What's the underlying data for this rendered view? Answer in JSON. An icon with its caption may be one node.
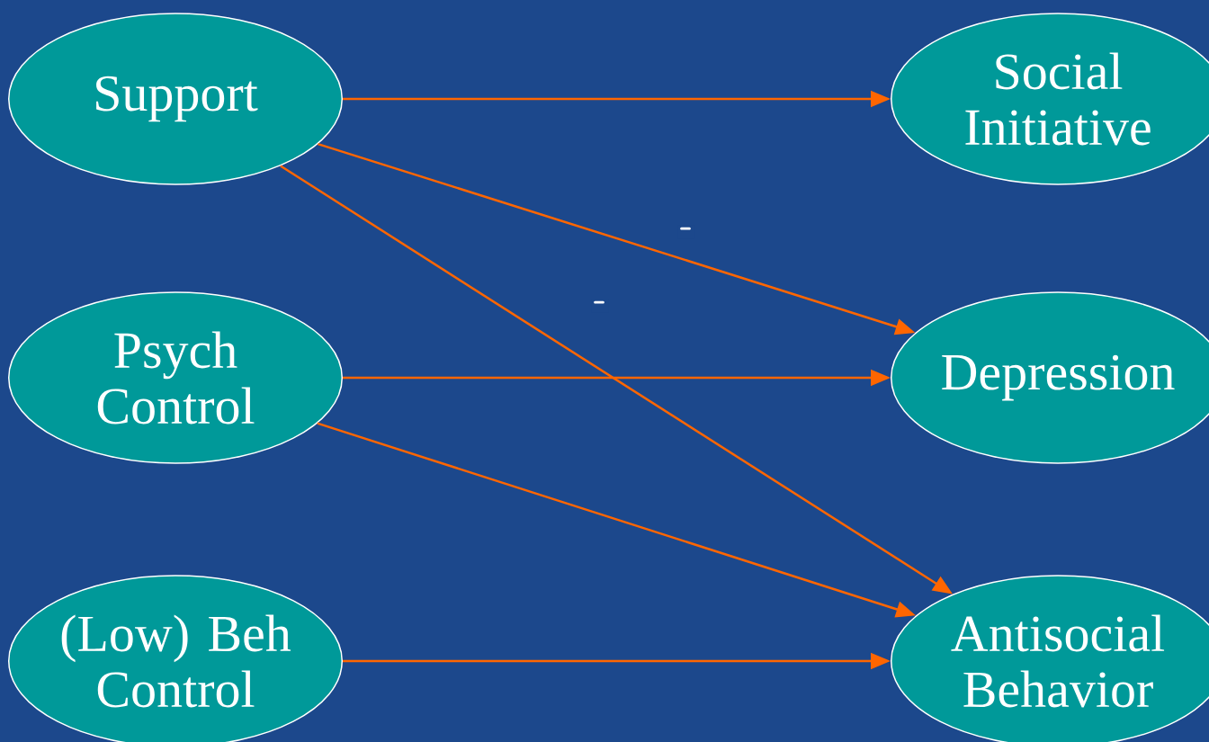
{
  "diagram": {
    "nodes": [
      {
        "text": [
          "Support"
        ]
      },
      {
        "text": [
          "Psych Control"
        ]
      },
      {
        "text": [
          "(Low) Beh Control"
        ]
      },
      {
        "text": [
          "Social Initiative"
        ]
      },
      {
        "text": [
          "Depression"
        ]
      },
      {
        "text": [
          "Antisocial Behavior"
        ]
      }
    ],
    "edges": [
      {
        "from": 0,
        "to": 3,
        "arrow": "to"
      },
      {
        "from": 0,
        "to": 4,
        "arrow": "to",
        "label": "-"
      },
      {
        "from": 0,
        "to": 5,
        "arrow": "to",
        "label": "-"
      },
      {
        "from": 1,
        "to": 4,
        "arrow": "to"
      },
      {
        "from": 1,
        "to": 5,
        "arrow": "to"
      },
      {
        "from": 2,
        "to": 5,
        "arrow": "to"
      }
    ]
  }
}
